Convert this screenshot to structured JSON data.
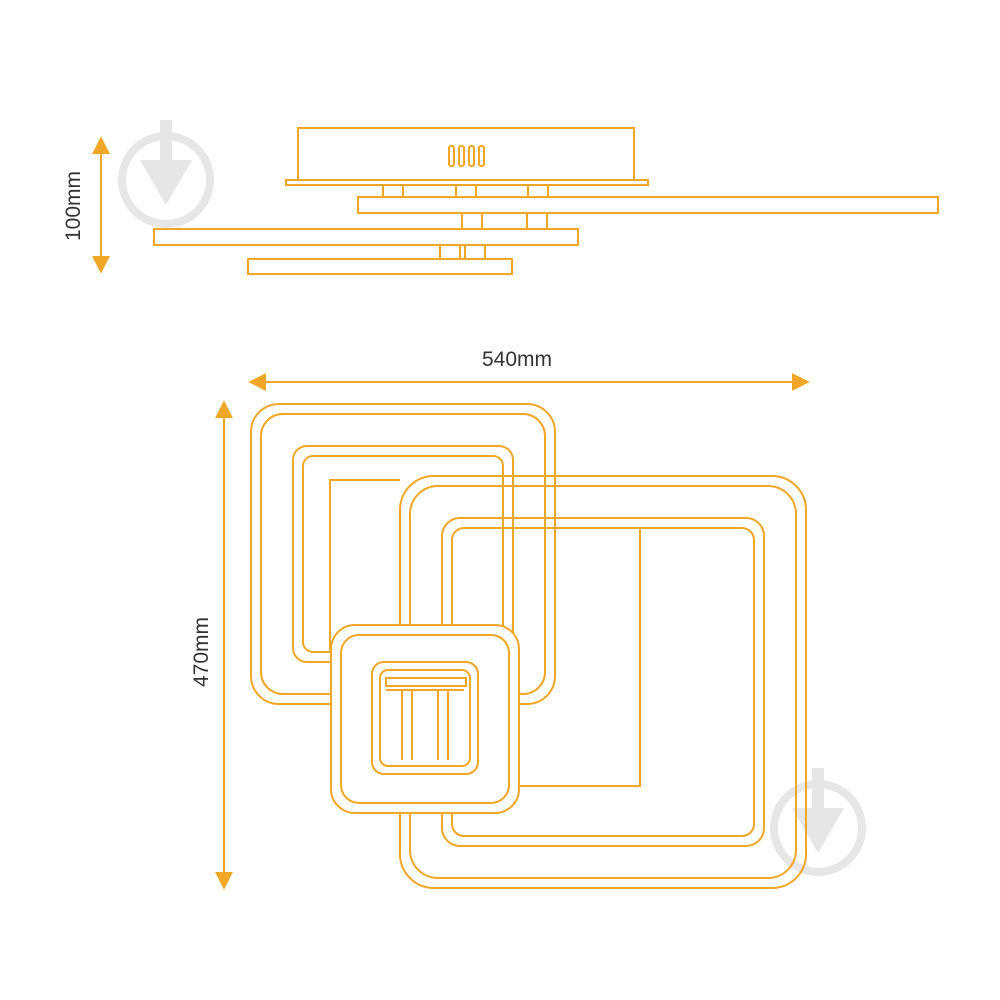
{
  "dimensions": {
    "height_label": "100mm",
    "width_label": "540mm",
    "depth_label": "470mm"
  },
  "colors": {
    "line": "#f0a626",
    "text": "#333333",
    "watermark": "#e6e6e6",
    "background": "#ffffff"
  },
  "icons": {
    "watermark": "down-arrow-circle-icon"
  }
}
